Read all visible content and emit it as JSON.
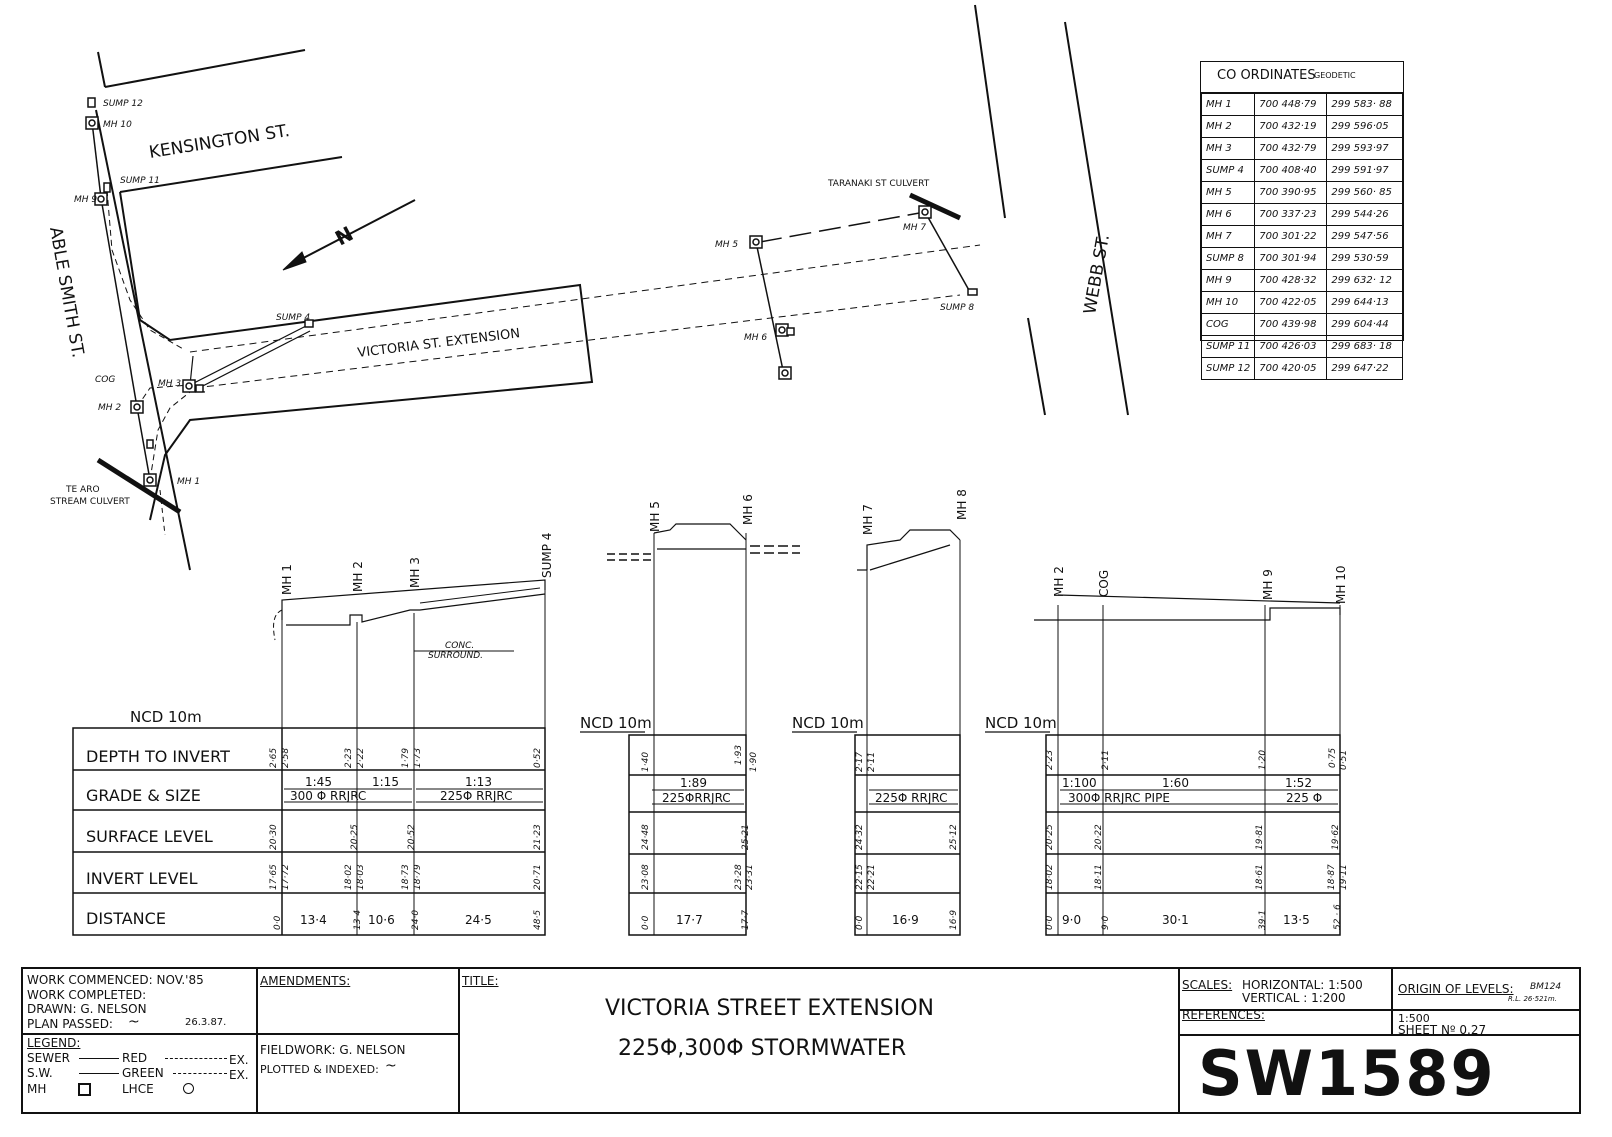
{
  "plan": {
    "streets": {
      "kensington": "KENSINGTON ST.",
      "able_smith": "ABLE SMITH ST.",
      "webb": "WEBB ST.",
      "victoria": "VICTORIA ST. EXTENSION"
    },
    "north": "N",
    "culverts": {
      "taranaki": "TARANAKI ST CULVERT",
      "te_aro_1": "TE ARO",
      "te_aro_2": "STREAM CULVERT"
    },
    "nodes": {
      "sump12": "SUMP 12",
      "mh10": "MH 10",
      "sump11": "SUMP 11",
      "mh9": "MH 9",
      "sump4": "SUMP 4",
      "mh3": "MH 3",
      "cog": "COG",
      "mh2": "MH 2",
      "mh1": "MH 1",
      "mh5": "MH 5",
      "mh6": "MH 6",
      "mh7": "MH 7",
      "sump8": "SUMP 8"
    }
  },
  "coordinates": {
    "title": "CO ORDINATES",
    "subtitle": "GEODETIC",
    "rows": [
      {
        "id": "MH 1",
        "e": "700 448·79",
        "n": "299 583· 88"
      },
      {
        "id": "MH 2",
        "e": "700 432·19",
        "n": "299 596·05"
      },
      {
        "id": "MH 3",
        "e": "700 432·79",
        "n": "299 593·97"
      },
      {
        "id": "SUMP 4",
        "e": "700 408·40",
        "n": "299 591·97"
      },
      {
        "id": "MH 5",
        "e": "700 390·95",
        "n": "299 560· 85"
      },
      {
        "id": "MH 6",
        "e": "700 337·23",
        "n": "299 544·26"
      },
      {
        "id": "MH 7",
        "e": "700 301·22",
        "n": "299 547·56"
      },
      {
        "id": "SUMP 8",
        "e": "700 301·94",
        "n": "299 530·59"
      },
      {
        "id": "MH 9",
        "e": "700 428·32",
        "n": "299 632· 12"
      },
      {
        "id": "MH 10",
        "e": "700 422·05",
        "n": "299 644·13"
      },
      {
        "id": "COG",
        "e": "700 439·98",
        "n": "299 604·44"
      },
      {
        "id": "SUMP 11",
        "e": "700 426·03",
        "n": "299 683· 18"
      },
      {
        "id": "SUMP 12",
        "e": "700 420·05",
        "n": "299 647·22"
      }
    ]
  },
  "profile_labels": {
    "ncd": "NCD 10m",
    "rows": [
      "DEPTH TO INVERT",
      "GRADE & SIZE",
      "SURFACE LEVEL",
      "INVERT LEVEL",
      "DISTANCE"
    ],
    "conc_1": "CONC.",
    "conc_2": "SURROUND."
  },
  "profile1": {
    "nodes": [
      "MH 1",
      "MH 2",
      "MH 3",
      "SUMP 4"
    ],
    "depth": [
      "2·65",
      "2·58",
      "2·23",
      "2·22",
      "1·79",
      "1·73",
      "0·52"
    ],
    "grades": [
      "1:45",
      "1:15",
      "1:13"
    ],
    "sizes": [
      "300 Φ RRJRC",
      "225Φ RRJRC"
    ],
    "surface": [
      "20·30",
      "20·25",
      "20·52",
      "21·23"
    ],
    "invert": [
      "17·65",
      "17·72",
      "18·02",
      "18·03",
      "18·73",
      "18·79",
      "20·71"
    ],
    "distance": [
      "0·0",
      "13·4",
      "13·4",
      "10·6",
      "24·0",
      "24·5",
      "48·5"
    ]
  },
  "profile2": {
    "nodes": [
      "MH 5",
      "MH 6"
    ],
    "depth": [
      "1·40",
      "1·93",
      "1·90"
    ],
    "grades": [
      "1:89"
    ],
    "sizes": [
      "225ΦRRJRC"
    ],
    "surface": [
      "24·48",
      "25·21"
    ],
    "invert": [
      "23·08",
      "23·28",
      "23·31"
    ],
    "distance": [
      "0·0",
      "17·7",
      "17·7"
    ]
  },
  "profile3": {
    "nodes": [
      "MH 7",
      "MH 8"
    ],
    "depth": [
      "2·17",
      "2·11"
    ],
    "sizes": [
      "225Φ RRJRC"
    ],
    "surface": [
      "24·32",
      "25·12"
    ],
    "invert": [
      "22·15",
      "22·21"
    ],
    "distance": [
      "0·0",
      "16·9",
      "16·9"
    ]
  },
  "profile4": {
    "nodes": [
      "MH 2",
      "COG",
      "MH 9",
      "MH 10"
    ],
    "depth": [
      "2·23",
      "2·11",
      "1·20",
      "0·75",
      "0·51"
    ],
    "grades": [
      "1:100",
      "1:60",
      "1:52"
    ],
    "sizes": [
      "300Φ RRJRC PIPE",
      "225 Φ"
    ],
    "surface": [
      "20·25",
      "20·22",
      "19·81",
      "19·62"
    ],
    "invert": [
      "18·02",
      "18·11",
      "18·61",
      "18·87",
      "19·11"
    ],
    "distance": [
      "0·0",
      "9·0",
      "9·0",
      "30·1",
      "39·1",
      "13·5",
      "52 · 6"
    ]
  },
  "title_block": {
    "work_commenced": "WORK COMMENCED: NOV.'85",
    "work_completed": "WORK COMPLETED:",
    "drawn": "DRAWN: G. NELSON",
    "plan_passed": "PLAN PASSED:",
    "plan_passed_date": "26.3.87.",
    "legend": "LEGEND:",
    "sewer": "SEWER",
    "red": "RED",
    "ex1": "EX.",
    "sw": "S.W.",
    "green": "GREEN",
    "ex2": "EX.",
    "mh": "MH",
    "lhce": "LHCE",
    "amendments": "AMENDMENTS:",
    "fieldwork": "FIELDWORK: G. NELSON",
    "plotted": "PLOTTED & INDEXED:",
    "title_label": "TITLE:",
    "title_1": "VICTORIA STREET EXTENSION",
    "title_2": "225Φ,300Φ STORMWATER",
    "scales": "SCALES:",
    "scale_h": "HORIZONTAL: 1:500",
    "scale_v": "VERTICAL    : 1:200",
    "references": "REFERENCES:",
    "origin": "ORIGIN OF LEVELS:",
    "origin_bm": "BM124",
    "origin_rl": "R.L. 26·521m.",
    "scale_sheet": "1:500",
    "sheet_no": "SHEET Nº 0.27",
    "drawing_no": "SW1589"
  }
}
